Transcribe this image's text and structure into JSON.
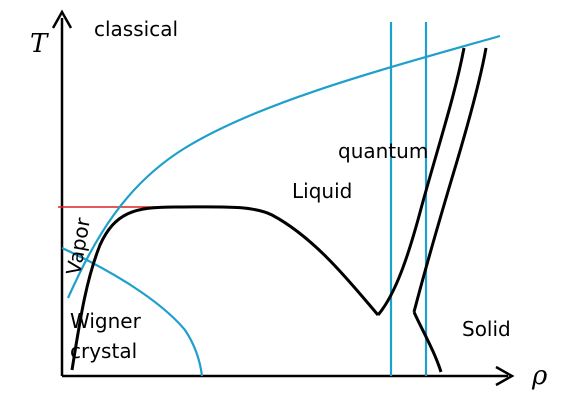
{
  "axes": {
    "y_label": "T",
    "x_label": "ρ"
  },
  "labels": {
    "classical": "classical",
    "quantum": "quantum",
    "liquid": "Liquid",
    "vapor": "Vapor",
    "wigner_line1": "Wigner",
    "wigner_line2": "crystal",
    "solid": "Solid"
  },
  "colors": {
    "axis": "#000000",
    "phase_boundary": "#000000",
    "crossover": "#1e9fcc",
    "critical_line": "#e02020"
  }
}
